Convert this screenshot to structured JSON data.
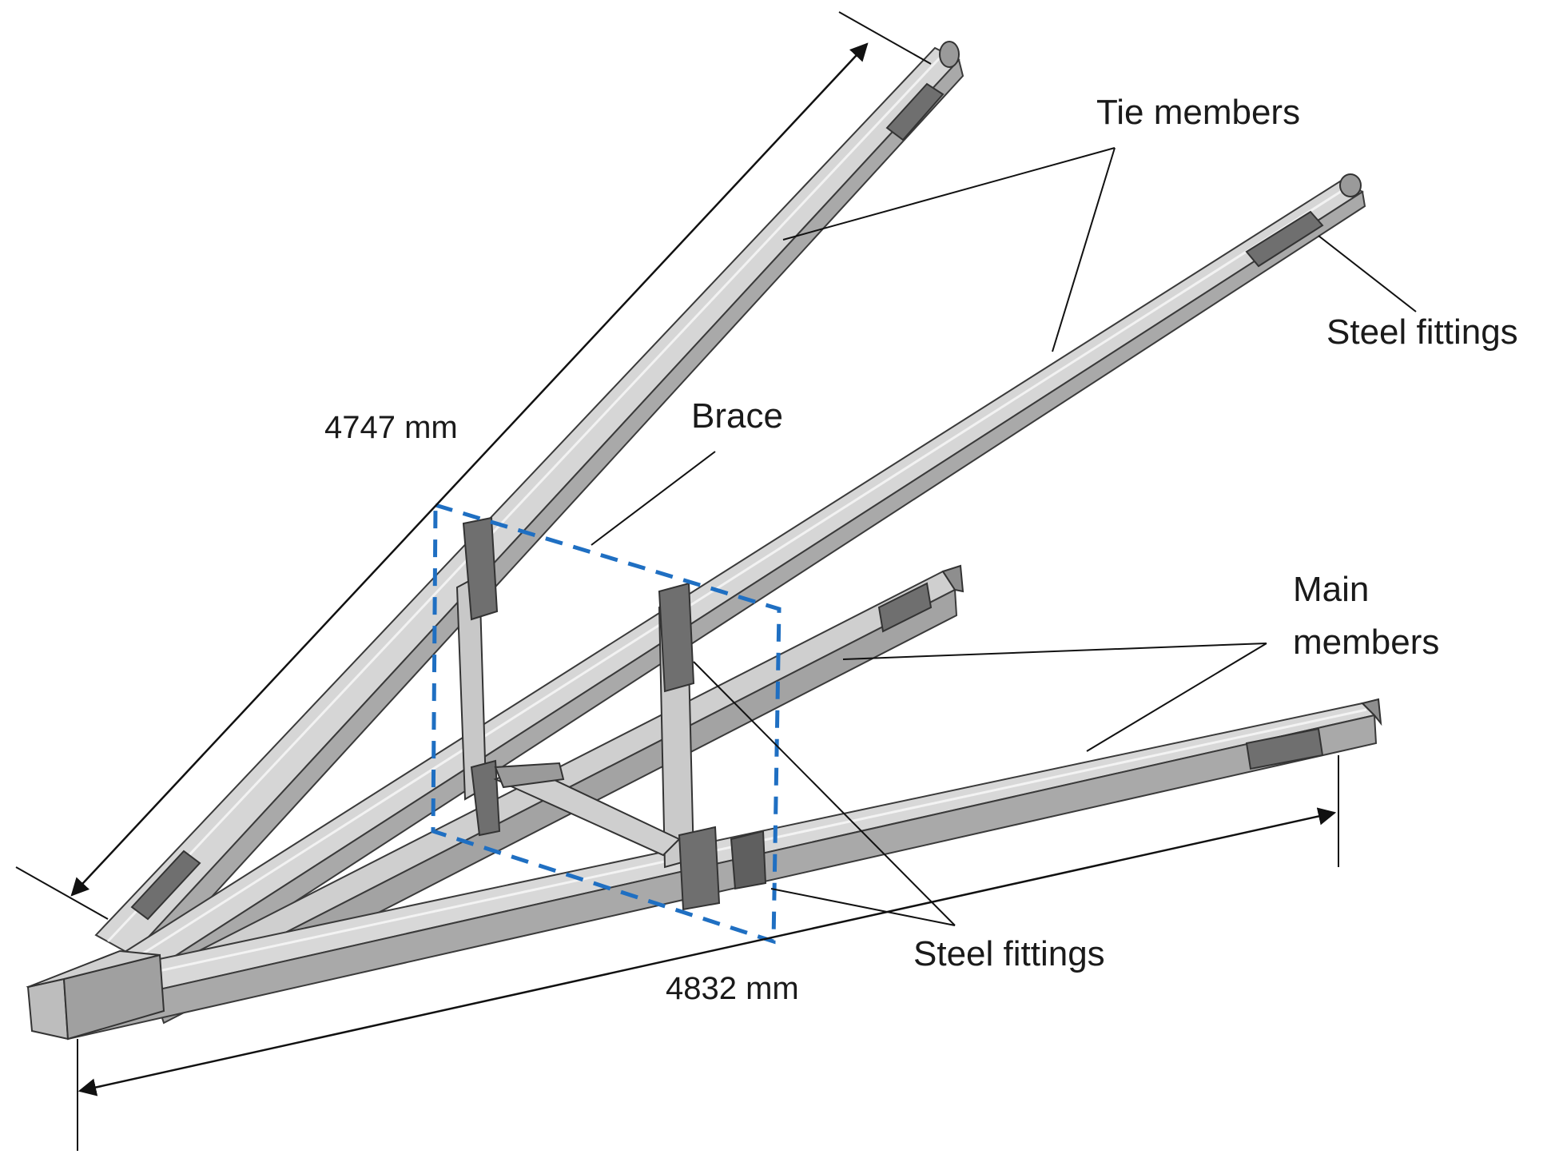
{
  "labels": {
    "tie_members": "Tie members",
    "steel_fittings_top": "Steel fittings",
    "brace": "Brace",
    "main_line1": "Main",
    "main_line2": "members",
    "steel_fittings_bottom": "Steel fittings",
    "dim_tie": "4747 mm",
    "dim_main": "4832 mm"
  },
  "colors": {
    "steel_light": "#d3d3d3",
    "steel_mid": "#bdbdbd",
    "steel_dark": "#8e8e8e",
    "fitting": "#6f6f6f",
    "outline": "#3a3a3a",
    "highlight": "#1f6fc2"
  }
}
